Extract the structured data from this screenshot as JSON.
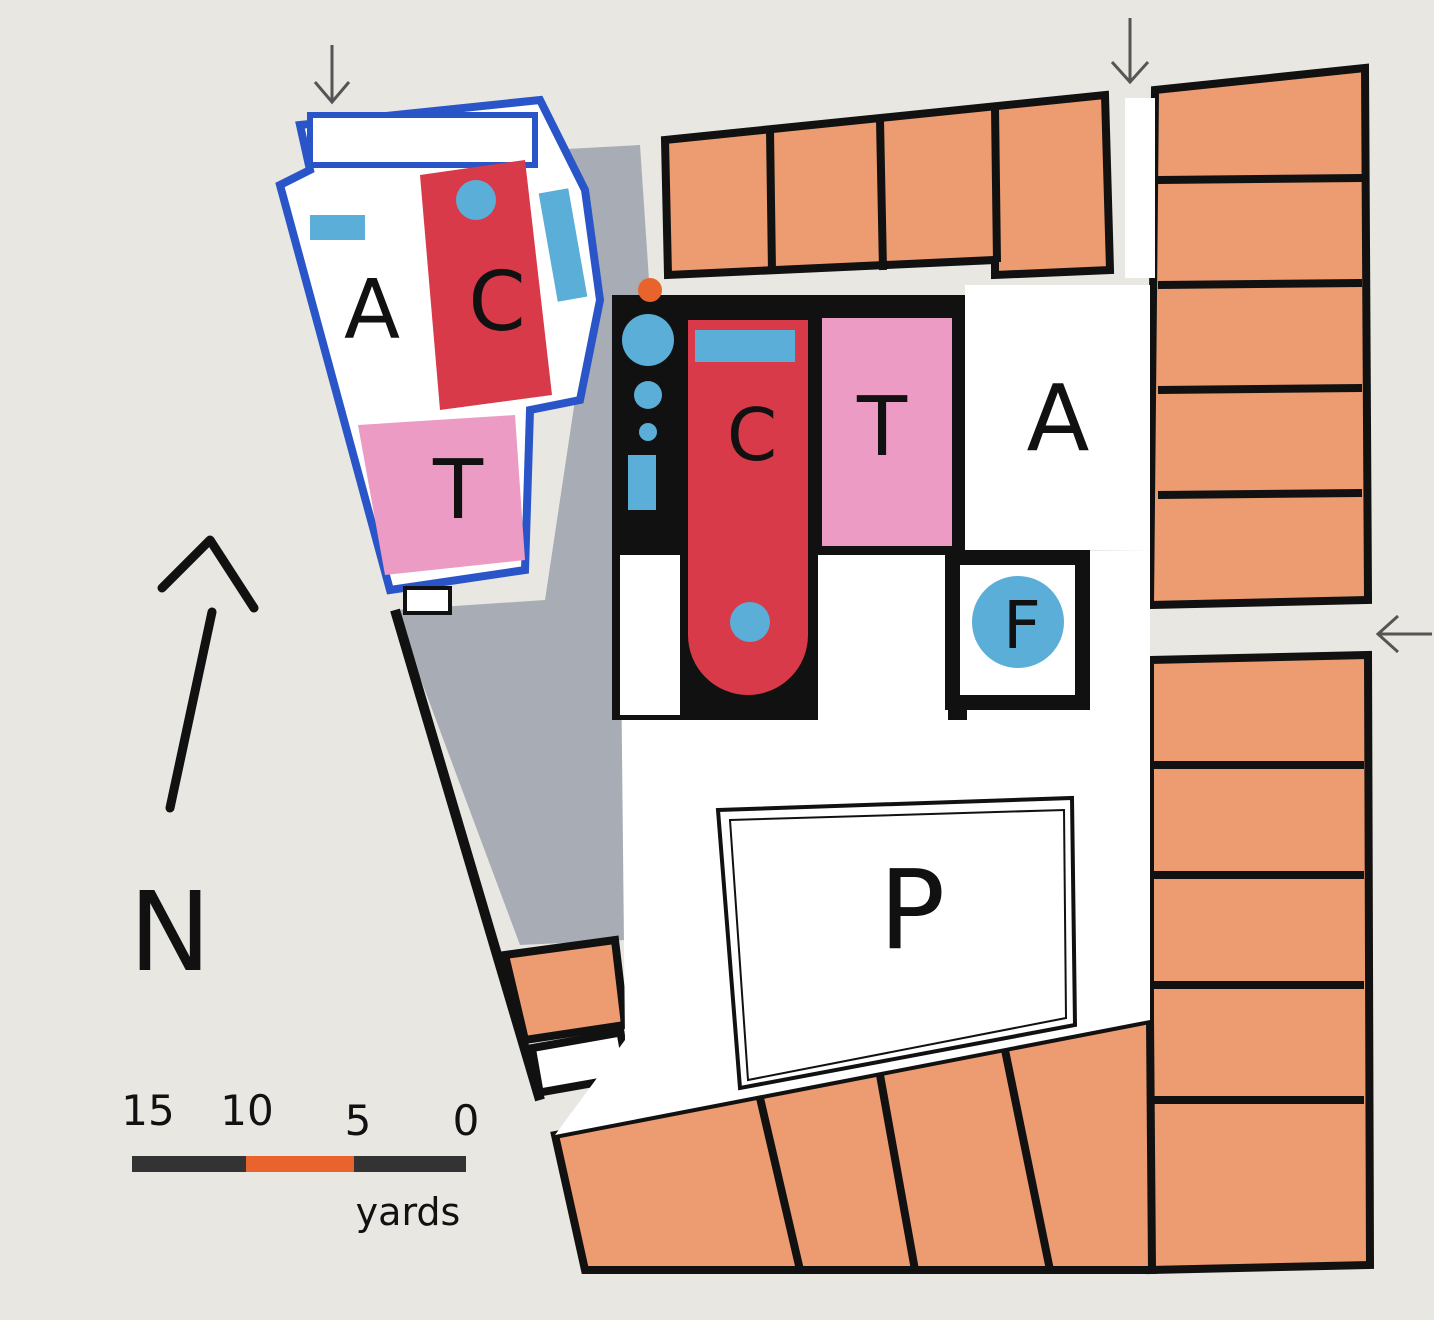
{
  "room_labels": {
    "west_apodyterium": "A",
    "west_caldarium": "C",
    "west_tepidarium": "T",
    "east_caldarium": "C",
    "east_tepidarium": "T",
    "east_apodyterium": "A",
    "frigidarium": "F",
    "palaestra": "P"
  },
  "north_label": "N",
  "scale": {
    "ticks": [
      "15",
      "10",
      "5",
      "0"
    ],
    "unit": "yards"
  },
  "colors": {
    "background": "#e8e7e2",
    "shop": "#ec9c70",
    "wall": "#111111",
    "caldarium": "#d83a4a",
    "tepidarium": "#ec9cc4",
    "pool": "#5aaed8",
    "annex": "#a8adb5",
    "outline": "#2a55c8",
    "scale_accent": "#e8642c"
  }
}
